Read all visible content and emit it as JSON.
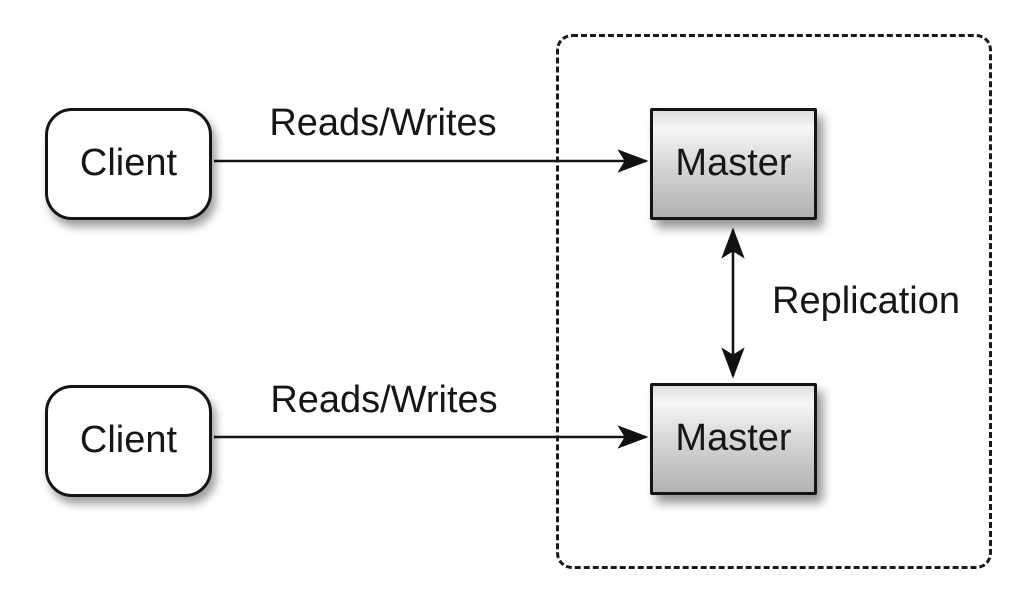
{
  "nodes": {
    "client_top": {
      "label": "Client"
    },
    "client_bottom": {
      "label": "Client"
    },
    "master_top": {
      "label": "Master"
    },
    "master_bottom": {
      "label": "Master"
    }
  },
  "edges": {
    "client_top_to_master_top": {
      "label": "Reads/Writes",
      "direction": "right"
    },
    "client_bottom_to_master_bottom": {
      "label": "Reads/Writes",
      "direction": "right"
    },
    "master_top_to_master_bottom": {
      "label": "Replication",
      "direction": "both"
    }
  },
  "colors": {
    "background": "#ffffff",
    "line": "#151515",
    "text": "#161616",
    "client_fill": "#ffffff",
    "master_fill_light": "#f6f6f6",
    "master_fill_dark": "#b2b2b2",
    "border": "#141414"
  }
}
